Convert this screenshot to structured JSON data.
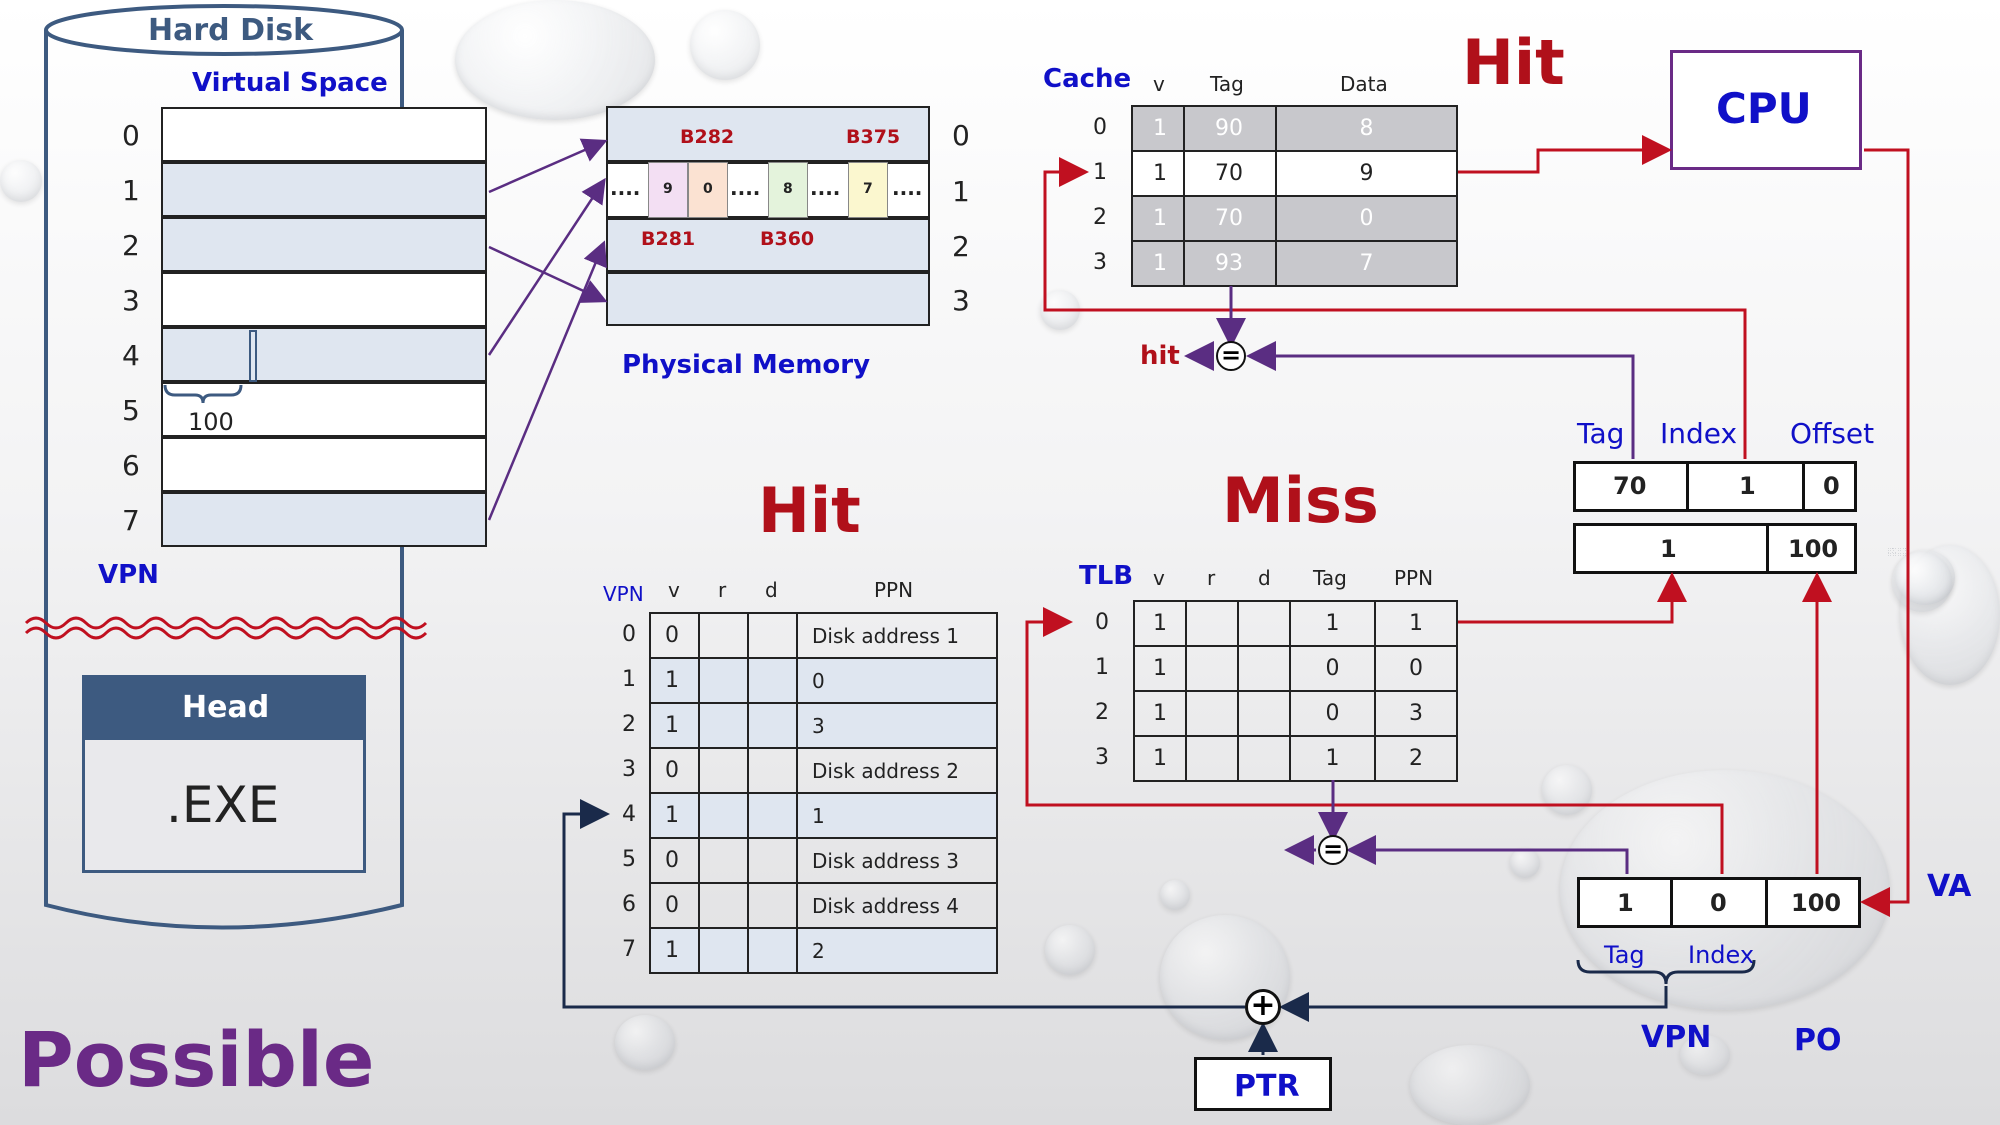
{
  "disk": {
    "title": "Hard Disk",
    "virtual_space": "Virtual Space",
    "vpn_label": "VPN",
    "rows": [
      "0",
      "1",
      "2",
      "3",
      "4",
      "5",
      "6",
      "7"
    ],
    "offset_label": "100",
    "head": "Head",
    "exe": ".EXE"
  },
  "pm": {
    "title": "Physical Memory",
    "rows": [
      "0",
      "1",
      "2",
      "3"
    ],
    "b282": "B282",
    "b375": "B375",
    "b281": "B281",
    "b360": "B360",
    "dots": "....",
    "blocks": [
      "9",
      "0",
      "8",
      "7"
    ]
  },
  "cache": {
    "title": "Cache",
    "hit_title": "Hit",
    "headers": {
      "v": "v",
      "tag": "Tag",
      "data": "Data"
    },
    "rows": [
      {
        "idx": "0",
        "v": "1",
        "tag": "90",
        "data": "8"
      },
      {
        "idx": "1",
        "v": "1",
        "tag": "70",
        "data": "9"
      },
      {
        "idx": "2",
        "v": "1",
        "tag": "70",
        "data": "0"
      },
      {
        "idx": "3",
        "v": "1",
        "tag": "93",
        "data": "7"
      }
    ],
    "hit_out": "hit"
  },
  "cpu": "CPU",
  "addr": {
    "tag_label": "Tag",
    "index_label": "Index",
    "offset_label": "Offset",
    "pa_tag": "70",
    "pa_index": "1",
    "pa_offset": "0",
    "ppn": "1",
    "po": "100",
    "va_tag": "1",
    "va_index": "0",
    "va_po": "100",
    "va_label": "VA",
    "va_tag_label": "Tag",
    "va_index_label": "Index",
    "vpn_label": "VPN",
    "po_label": "PO"
  },
  "pt": {
    "hit_title": "Hit",
    "headers": {
      "vpn": "VPN",
      "v": "v",
      "r": "r",
      "d": "d",
      "ppn": "PPN"
    },
    "rows": [
      {
        "vpn": "0",
        "v": "0",
        "ppn": "Disk address 1"
      },
      {
        "vpn": "1",
        "v": "1",
        "ppn": "0"
      },
      {
        "vpn": "2",
        "v": "1",
        "ppn": "3"
      },
      {
        "vpn": "3",
        "v": "0",
        "ppn": "Disk address 2"
      },
      {
        "vpn": "4",
        "v": "1",
        "ppn": "1"
      },
      {
        "vpn": "5",
        "v": "0",
        "ppn": "Disk address 3"
      },
      {
        "vpn": "6",
        "v": "0",
        "ppn": "Disk address 4"
      },
      {
        "vpn": "7",
        "v": "1",
        "ppn": "2"
      }
    ],
    "ptr": "PTR"
  },
  "tlb": {
    "title": "TLB",
    "miss_title": "Miss",
    "headers": {
      "v": "v",
      "r": "r",
      "d": "d",
      "tag": "Tag",
      "ppn": "PPN"
    },
    "rows": [
      {
        "idx": "0",
        "v": "1",
        "tag": "1",
        "ppn": "1"
      },
      {
        "idx": "1",
        "v": "1",
        "tag": "0",
        "ppn": "0"
      },
      {
        "idx": "2",
        "v": "1",
        "tag": "0",
        "ppn": "3"
      },
      {
        "idx": "3",
        "v": "1",
        "tag": "1",
        "ppn": "2"
      }
    ]
  },
  "footer": "Possible",
  "symbols": {
    "equals": "=",
    "plus": "+"
  },
  "colors": {
    "blue": "#1010c8",
    "red": "#b0101a",
    "purple": "#6a2a86",
    "disk": "#3d5a80"
  }
}
